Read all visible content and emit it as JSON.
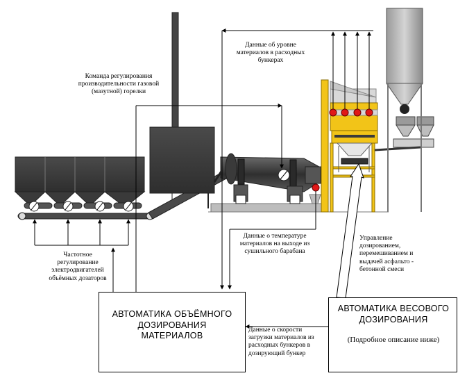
{
  "labels": {
    "level_data": "Данные об уровне материалов в расходных бункерах",
    "burner_command": "Команда регулирования производительности газовой (мазутной) горелки",
    "temp_data": "Данные о температуре материалов на выходе из сушильного барабана",
    "freq_control": "Частотное регулирование электродвигателей объёмных дозаторов",
    "weigh_control": "Управление дозированием, перемешиванием и выдачей асфальто - бетонной смеси",
    "speed_data": "Данные о скорости загрузки материалов из расходных бункеров в дозирующий бункер"
  },
  "boxes": {
    "volumetric": "АВТОМАТИКА ОБЪЁМНОГО ДОЗИРОВАНИЯ МАТЕРИАЛОВ",
    "weigh_title": "АВТОМАТИКА ВЕСОВОГО ДОЗИРОВАНИЯ",
    "weigh_sub": "(Подробное описание ниже)"
  },
  "colors": {
    "equipment_dark": "#3d3d3d",
    "tower_yellow": "#f2c418",
    "sensor_red": "#e01818",
    "frame_grey": "#bdbdbd"
  }
}
